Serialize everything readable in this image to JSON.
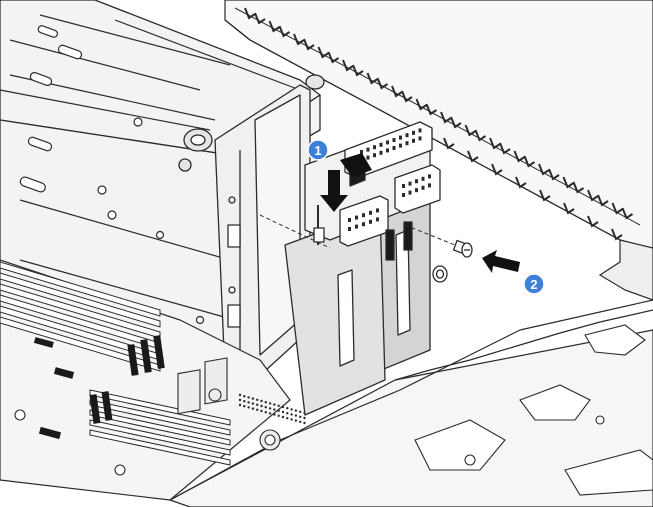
{
  "diagram": {
    "callouts": [
      {
        "label": "1",
        "meaning": "slide-riser-down"
      },
      {
        "label": "2",
        "meaning": "install-screw"
      }
    ],
    "colors": {
      "background": "#ffffff",
      "line": "#2b2b2b",
      "metal": "#f4f4f4",
      "panel": "#e4e4e4",
      "panel_dark": "#cdcdcd",
      "callout_fill": "#3d7fd9",
      "arrow": "#111111"
    },
    "icons": [
      "arrow-down-icon",
      "arrow-left-icon",
      "screw-icon"
    ]
  }
}
